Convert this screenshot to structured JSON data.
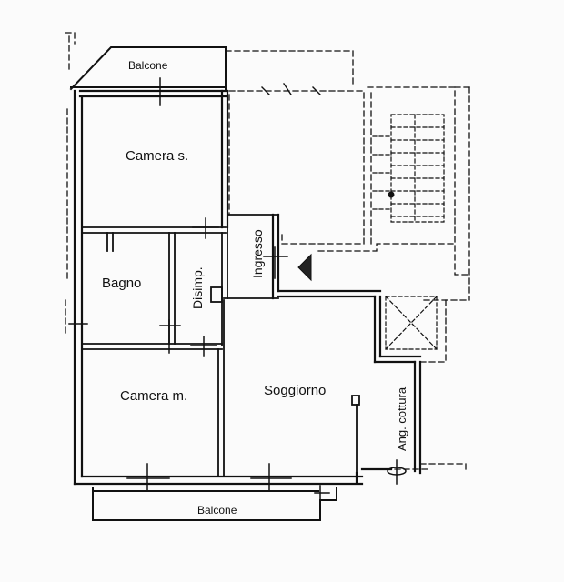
{
  "rooms": {
    "balcone_top": "Balcone",
    "camera_s": "Camera s.",
    "bagno": "Bagno",
    "disimp": "Disimp.",
    "ingresso": "Ingresso",
    "camera_m": "Camera m.",
    "soggiorno": "Soggiorno",
    "ang_cottura": "Ang. cottura",
    "balcone_bottom": "Balcone"
  },
  "colors": {
    "wall": "#111111",
    "line": "#222222",
    "paper": "#fbfbfb"
  }
}
